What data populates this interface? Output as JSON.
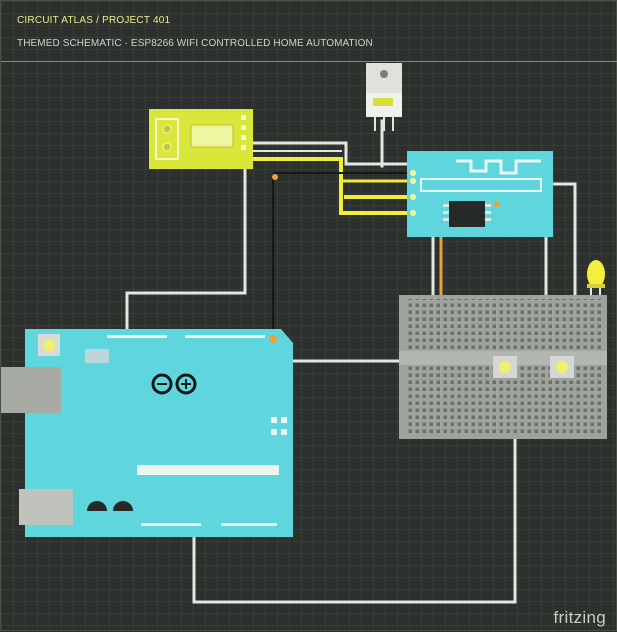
{
  "header": {
    "brand": "CIRCUIT ATLAS / PROJECT 401",
    "subtitle": "THEMED SCHEMATIC · ESP8266 WIFI CONTROLLED HOME AUTOMATION"
  },
  "watermark": "fritzing",
  "colors": {
    "background": "#2d312d",
    "accent": "#e9ec8c",
    "board": "#5fd6de",
    "relay_module": "#d9e63a",
    "wire": "#e4e6e2",
    "wire_highlight": "#f2ec3a",
    "wire_orange": "#e8a33a",
    "breadboard": "#9fa39d",
    "led": "#f4ee3c"
  },
  "components": [
    {
      "name": "relay-module",
      "icon": "relay-icon"
    },
    {
      "name": "voltage-regulator",
      "icon": "regulator-icon"
    },
    {
      "name": "esp8266-module",
      "icon": "wifi-module-icon"
    },
    {
      "name": "arduino-uno",
      "icon": "arduino-logo-icon"
    },
    {
      "name": "breadboard",
      "icon": "breadboard-icon"
    },
    {
      "name": "led",
      "icon": "led-icon"
    },
    {
      "name": "push-button",
      "icon": "button-icon"
    }
  ]
}
